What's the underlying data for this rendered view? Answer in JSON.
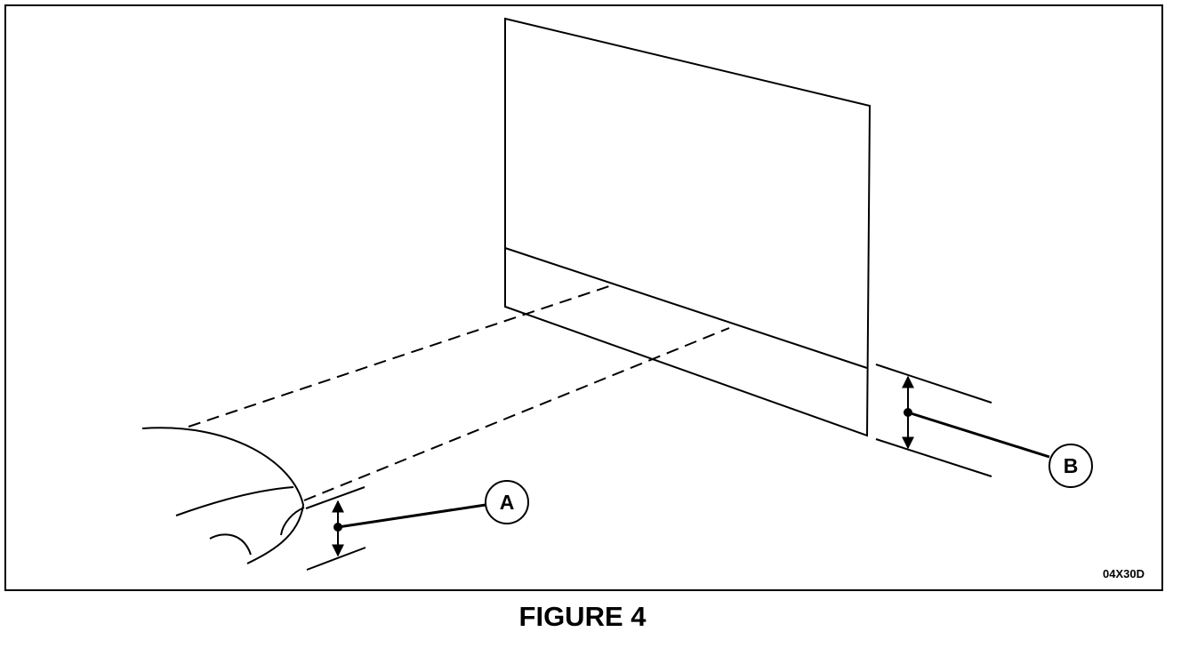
{
  "figure": {
    "callout_a": "A",
    "callout_b": "B",
    "code": "04X30D",
    "caption": "FIGURE 4"
  },
  "colors": {
    "line": "#000000",
    "background": "#ffffff"
  }
}
